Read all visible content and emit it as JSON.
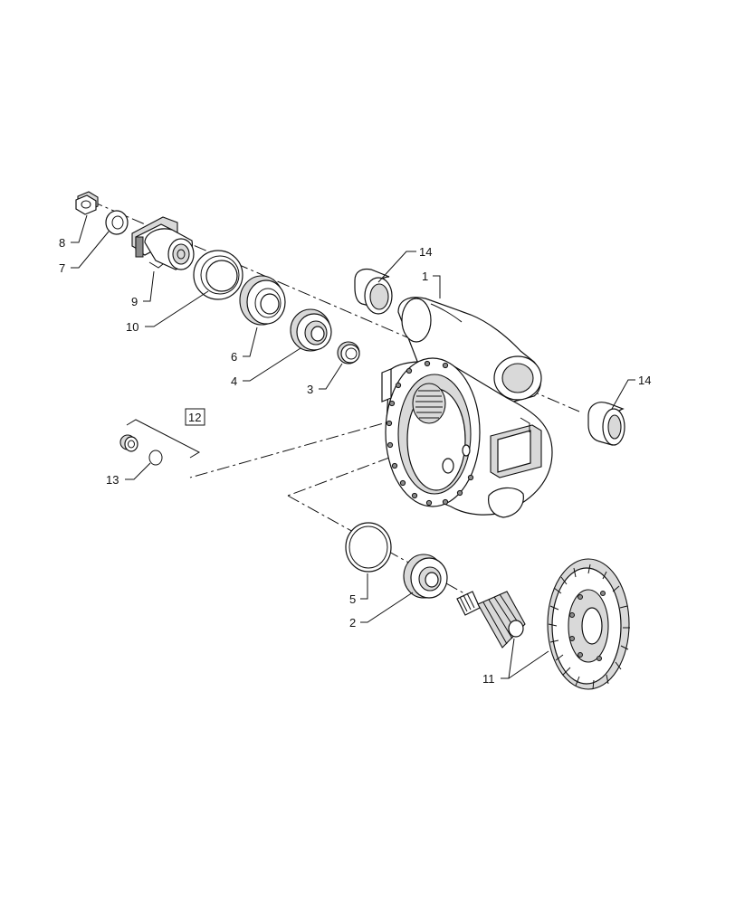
{
  "callouts": [
    {
      "id": "c8",
      "text": "8"
    },
    {
      "id": "c7",
      "text": "7"
    },
    {
      "id": "c9",
      "text": "9"
    },
    {
      "id": "c10",
      "text": "10"
    },
    {
      "id": "c6",
      "text": "6"
    },
    {
      "id": "c4",
      "text": "4"
    },
    {
      "id": "c3",
      "text": "3"
    },
    {
      "id": "c12",
      "text": "12"
    },
    {
      "id": "c13",
      "text": "13"
    },
    {
      "id": "c14a",
      "text": "14"
    },
    {
      "id": "c1",
      "text": "1"
    },
    {
      "id": "c14b",
      "text": "14"
    },
    {
      "id": "c5",
      "text": "5"
    },
    {
      "id": "c2",
      "text": "2"
    },
    {
      "id": "c11",
      "text": "11"
    }
  ]
}
